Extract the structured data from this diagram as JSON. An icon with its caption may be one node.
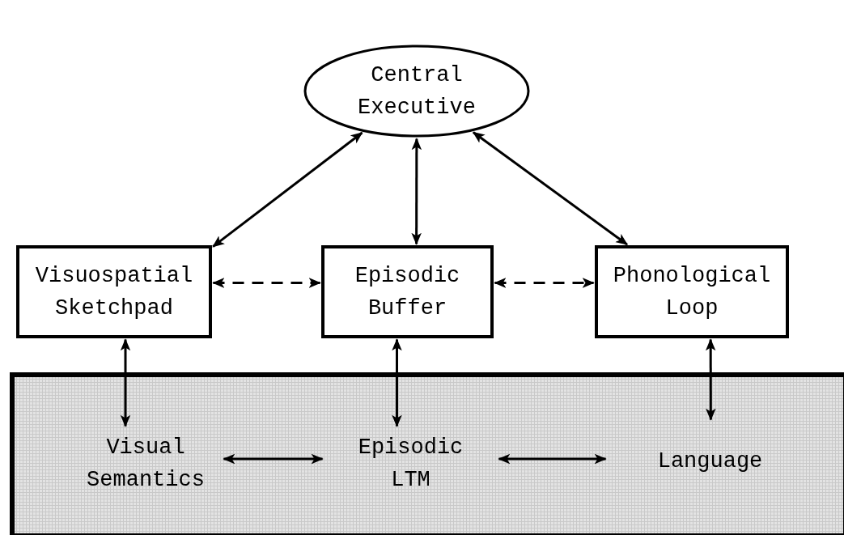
{
  "diagram": {
    "nodes": [
      {
        "text": [
          "Central Executive"
        ]
      },
      {
        "text": [
          "Visuospatial Sketchpad"
        ]
      },
      {
        "text": [
          "Episodic Buffer"
        ]
      },
      {
        "text": [
          "Phonological Loop"
        ]
      },
      {
        "text": [],
        "shape": "box"
      },
      {
        "text": [
          "Visual Semantics"
        ],
        "in": 4
      },
      {
        "text": [
          "Episodic LTM"
        ],
        "in": 4
      },
      {
        "text": [
          "Language"
        ],
        "in": 4
      }
    ],
    "edges": [
      {
        "from": 0,
        "to": 1,
        "arrow": "both"
      },
      {
        "from": 0,
        "to": 2,
        "arrow": "both"
      },
      {
        "from": 0,
        "to": 3,
        "arrow": "both"
      },
      {
        "from": 1,
        "to": 2,
        "arrow": "both",
        "style": "dashed"
      },
      {
        "from": 2,
        "to": 3,
        "arrow": "both",
        "style": "dashed"
      },
      {
        "from": 1,
        "to": 5,
        "arrow": "both"
      },
      {
        "from": 2,
        "to": 6,
        "arrow": "both"
      },
      {
        "from": 3,
        "to": 7,
        "arrow": "both"
      },
      {
        "from": 5,
        "to": 6,
        "arrow": "both"
      },
      {
        "from": 6,
        "to": 7,
        "arrow": "both"
      }
    ]
  }
}
